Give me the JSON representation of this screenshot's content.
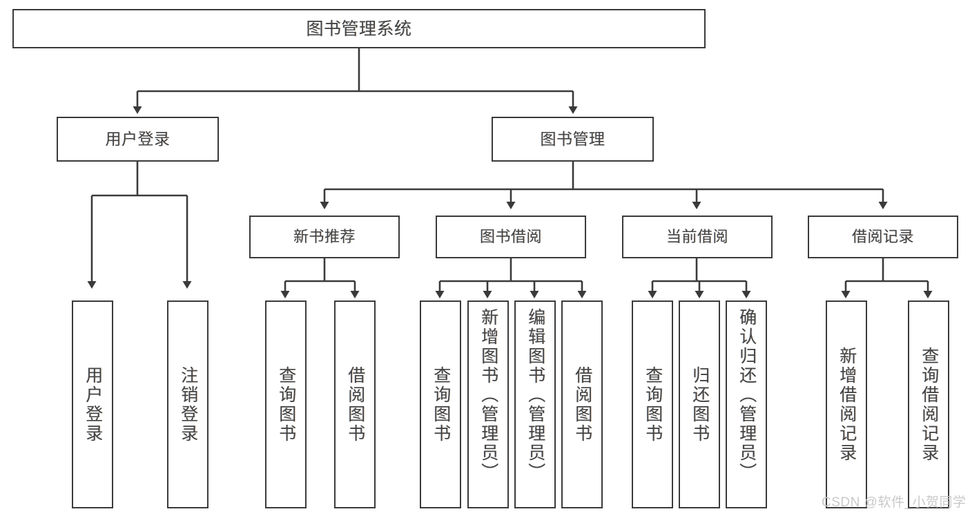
{
  "diagram": {
    "type": "tree-hierarchy-chart",
    "title": "图书管理系统",
    "root": {
      "label": "图书管理系统"
    },
    "level2": [
      {
        "label": "用户登录"
      },
      {
        "label": "图书管理"
      }
    ],
    "level3": [
      {
        "label": "新书推荐"
      },
      {
        "label": "图书借阅"
      },
      {
        "label": "当前借阅"
      },
      {
        "label": "借阅记录"
      }
    ],
    "leaves": {
      "user_login": [
        "用户登录",
        "注销登录"
      ],
      "new_book_recommend": [
        "查询图书",
        "借阅图书"
      ],
      "book_borrow": [
        "查询图书",
        "新增图书（管理员）",
        "编辑图书（管理员）",
        "借阅图书"
      ],
      "current_borrow": [
        "查询图书",
        "归还图书",
        "确认归还（管理员）"
      ],
      "borrow_record": [
        "新增借阅记录",
        "查询借阅记录"
      ]
    }
  },
  "watermark": {
    "text": "CSDN @软件_小贺同学"
  },
  "colors": {
    "stroke": "#3a3a3a",
    "text": "#444444",
    "background": "#ffffff",
    "watermark": "#c9c9c9"
  }
}
